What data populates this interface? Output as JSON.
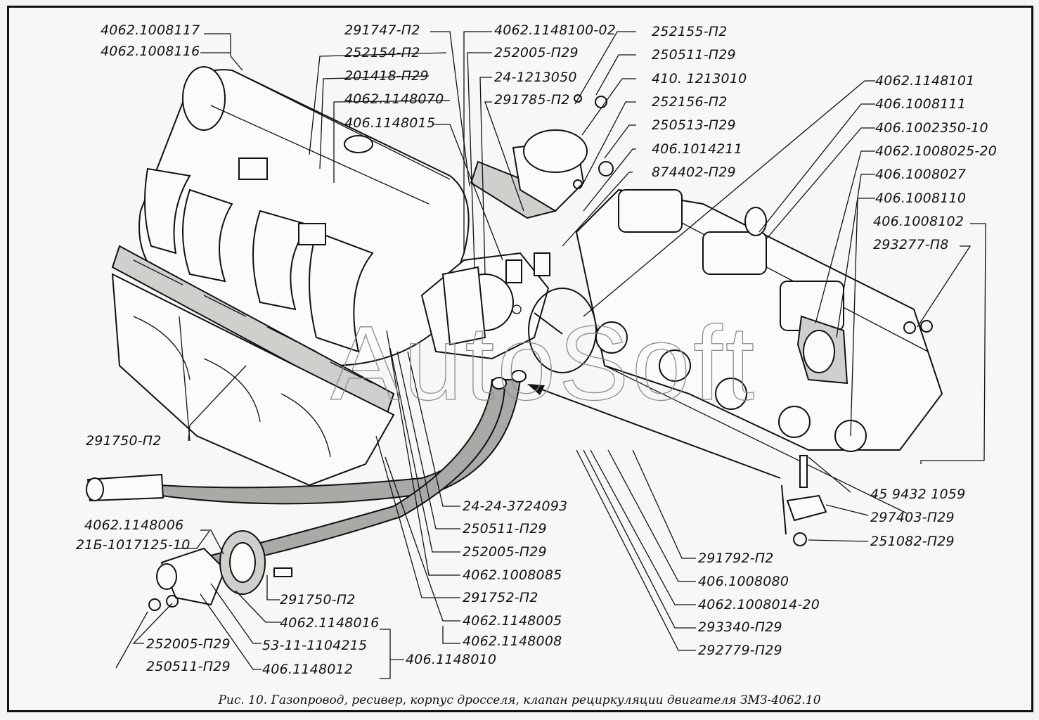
{
  "figure": {
    "caption": "Рис. 10. Газопровод, ресивер, корпус дросселя, клапан рециркуляции двигателя ЗМЗ-4062.10",
    "watermark": "AutoSoft"
  },
  "callouts": {
    "top_left": [
      "4062.1008117",
      "4062.1008116"
    ],
    "top_center_left": [
      "291747-П2",
      "252154-П2",
      "201418-П29",
      "4062.1148070",
      "406.1148015"
    ],
    "top_center": [
      "4062.1148100-02",
      "252005-П29",
      "24-1213050",
      "291785-П2"
    ],
    "top_right_column": [
      "252155-П2",
      "250511-П29",
      "410. 1213010",
      "252156-П2",
      "250513-П29",
      "406.1014211",
      "874402-П29"
    ],
    "right_column": [
      "4062.1148101",
      "406.1008111",
      "406.1002350-10",
      "4062.1008025-20",
      "406.1008027",
      "406.1008110",
      "406.1008102",
      "293277-П8"
    ],
    "bottom_right": [
      "45 9432 1059",
      "297403-П29",
      "251082-П29"
    ],
    "left_middle": [
      "291750-П2"
    ],
    "bottom_center_column": [
      "24-24-3724093",
      "250511-П29",
      "252005-П29",
      "4062.1008085",
      "291752-П2",
      "4062.1148005",
      "4062.1148008"
    ],
    "bottom_center_right_column": [
      "291792-П2",
      "406.1008080",
      "4062.1008014-20",
      "293340-П29",
      "292779-П29"
    ],
    "bottom_left": [
      "4062.1148006",
      "21Б-1017125-10",
      "291750-П2",
      "4062.1148016",
      "53-11-1104215",
      "406.1148012",
      "252005-П29",
      "250511-П29"
    ],
    "bottom_group": [
      "406.1148010"
    ]
  }
}
